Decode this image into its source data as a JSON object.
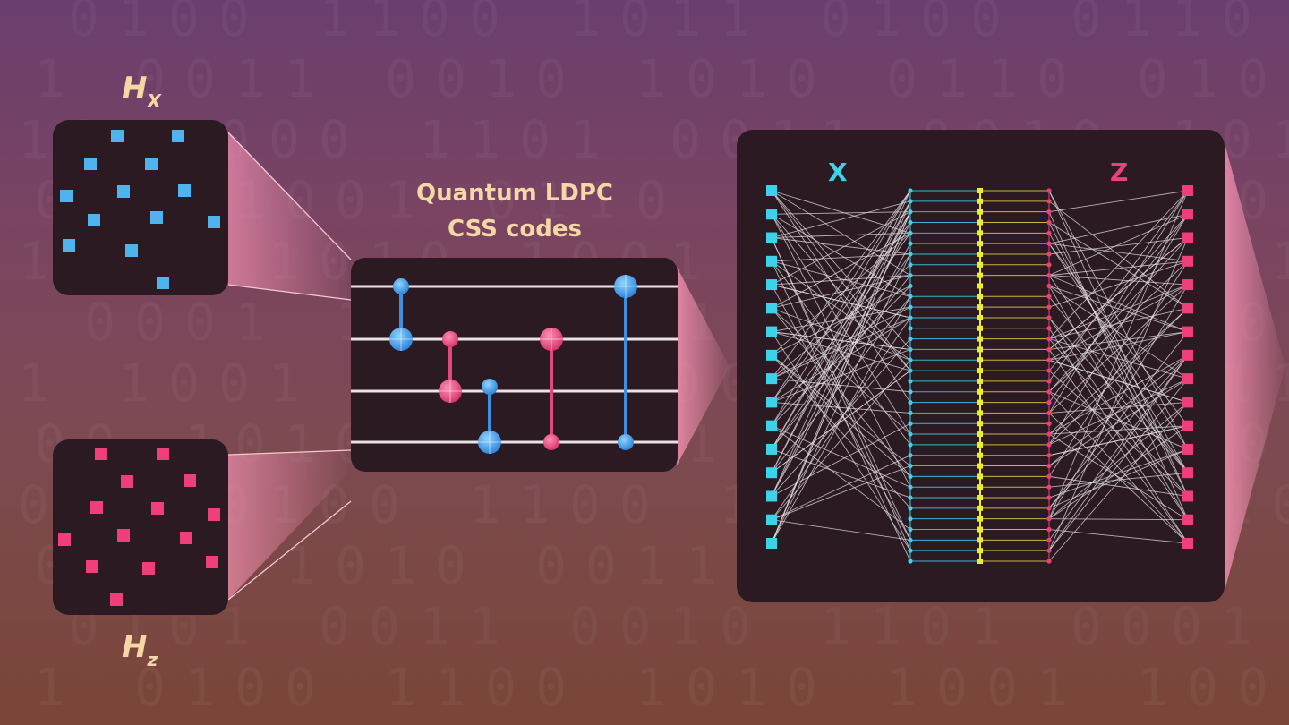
{
  "hx_label": {
    "main": "H",
    "sub": "X"
  },
  "hz_label": {
    "main": "H",
    "sub": "z"
  },
  "title": {
    "line1": "Quantum LDPC",
    "line2": "CSS codes"
  },
  "graph": {
    "x_label": "X",
    "z_label": "Z",
    "bit_count": 16,
    "qubit_count": 36
  },
  "colors": {
    "x_blue": "#4fb3ee",
    "z_pink": "#ef3f7a",
    "cyan_node": "#3cd3ea",
    "yellow_node": "#f0ec2e",
    "label_peach": "#f6d7a6",
    "panel_bg": "#2b1a22"
  },
  "background_digits": "0 1 0 0 1 1 0 0 1 0 1 1 0 1 0 0 0 1 1 0 1 0 0 1 1 0 0 1 0 1"
}
